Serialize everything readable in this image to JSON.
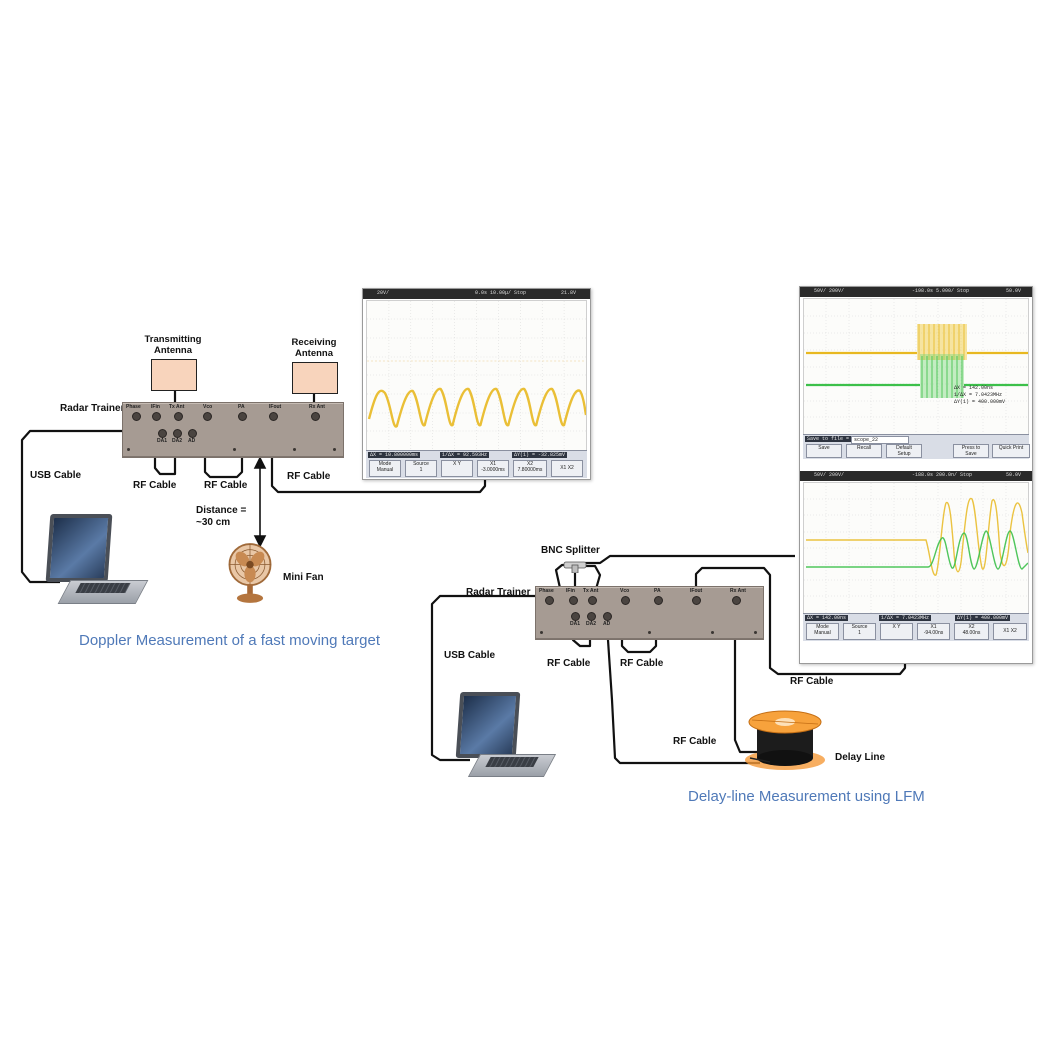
{
  "doppler": {
    "caption": "Doppler  Measurement  of a fast moving target",
    "radar_trainer": "Radar Trainer",
    "tx_antenna": "Transmitting\nAntenna",
    "rx_antenna": "Receiving\nAntenna",
    "usb_cable": "USB Cable",
    "rf_cable_1": "RF Cable",
    "rf_cable_2": "RF Cable",
    "rf_cable_3": "RF Cable",
    "distance": "Distance =\n~30 cm",
    "target": "Mini Fan",
    "ports": {
      "phase": "Phase",
      "ifin": "IFin",
      "txant": "Tx Ant",
      "da1": "DA1",
      "da2": "DA2",
      "ad": "AD",
      "vco": "Vco",
      "pa": "PA",
      "ifout": "IFout",
      "rxant": "Rx Ant"
    },
    "scope": {
      "top_ch": "20V/",
      "top_time": "0.0s   10.00µ/   Stop",
      "top_trig": "21.8V",
      "r1": "ΔX = 10.800000ms",
      "r2": "1/ΔX = 92.593Hz",
      "r3": "ΔY(1) = -32.825mV",
      "b1": "Mode\nManual",
      "b2": "Source\n1",
      "b3": "X    Y",
      "b4": "X1\n-3.0000ms",
      "b5": "X2\n7.80000ms",
      "b6": "X1 X2"
    }
  },
  "delay": {
    "caption": "Delay-line Measurement using LFM",
    "radar_trainer": "Radar Trainer",
    "bnc_splitter": "BNC Splitter",
    "usb_cable": "USB Cable",
    "rf_cable_1": "RF Cable",
    "rf_cable_2": "RF Cable",
    "rf_cable_3": "RF Cable",
    "rf_cable_4": "RF Cable",
    "delay_line": "Delay Line",
    "ports": {
      "phase": "Phase",
      "ifin": "IFin",
      "txant": "Tx Ant",
      "da1": "DA1",
      "da2": "DA2",
      "ad": "AD",
      "vco": "Vco",
      "pa": "PA",
      "ifout": "IFout",
      "rxant": "Rx Ant"
    },
    "scope1": {
      "top_ch": "50V/    200V/",
      "top_time": "-198.0s  5.000/   Stop",
      "top_trig": "50.0V",
      "m1": "ΔX = 142.00ns",
      "m2": "1/ΔX = 7.0423MHz",
      "m3": "ΔY(1) = 400.000mV",
      "save_label": "Save to file =",
      "save_name": "scope_22",
      "b1": "Save",
      "b2": "Recall",
      "b3": "Default\nSetup",
      "b4": "Press to\nSave",
      "b5": "Quick Print"
    },
    "scope2": {
      "top_ch": "50V/    200V/",
      "top_time": "-188.0s  200.0n/  Stop",
      "top_trig": "50.0V",
      "r1": "ΔX = 142.00ns",
      "r2": "1/ΔX = 7.0423MHz",
      "r3": "ΔY(1) = 400.000mV",
      "b1": "Mode\nManual",
      "b2": "Source\n1",
      "b3": "X    Y",
      "b4": "X1\n-94.00ns",
      "b5": "X2\n48.00ns",
      "b6": "X1 X2"
    }
  },
  "colors": {
    "trace_yellow": "#e8b820",
    "trace_green": "#3cc04a",
    "caption_blue": "#4f79b8",
    "panel": "#a69b93"
  },
  "icons": [
    "laptop-icon",
    "fan-icon",
    "delay-line-spool-icon",
    "bnc-splitter-icon"
  ]
}
